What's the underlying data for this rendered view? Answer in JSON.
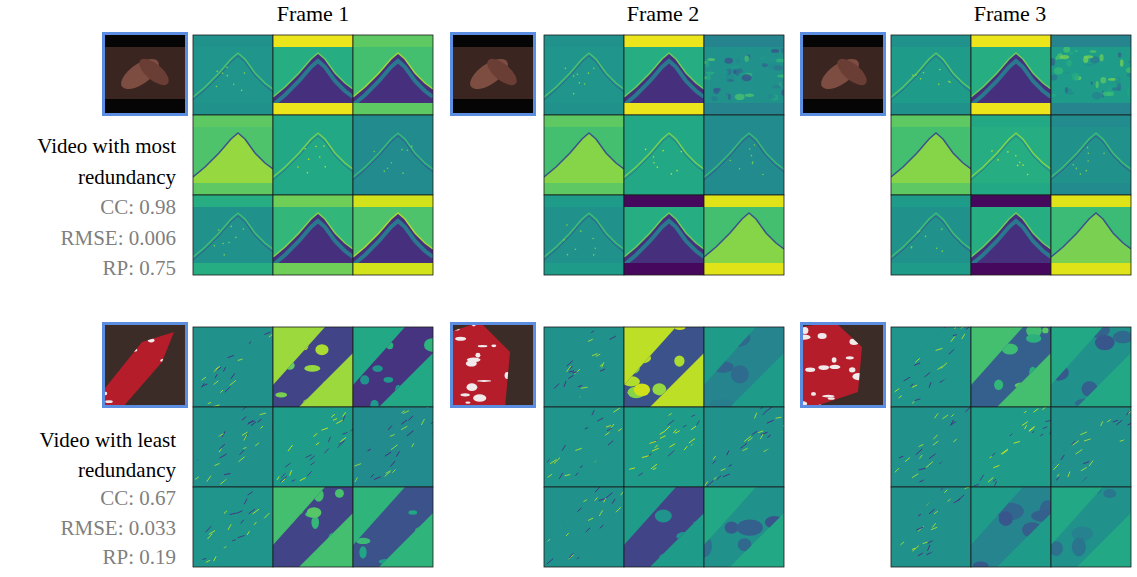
{
  "diagram": {
    "labels": [
      "Frame 1",
      "Frame 2",
      "Frame 3",
      "Video with most redundancy",
      "CC: 0.98",
      "RMSE: 0.006",
      "RP: 0.75",
      "Video with least redundancy",
      "CC: 0.67",
      "RMSE: 0.033",
      "RP: 0.19"
    ]
  }
}
